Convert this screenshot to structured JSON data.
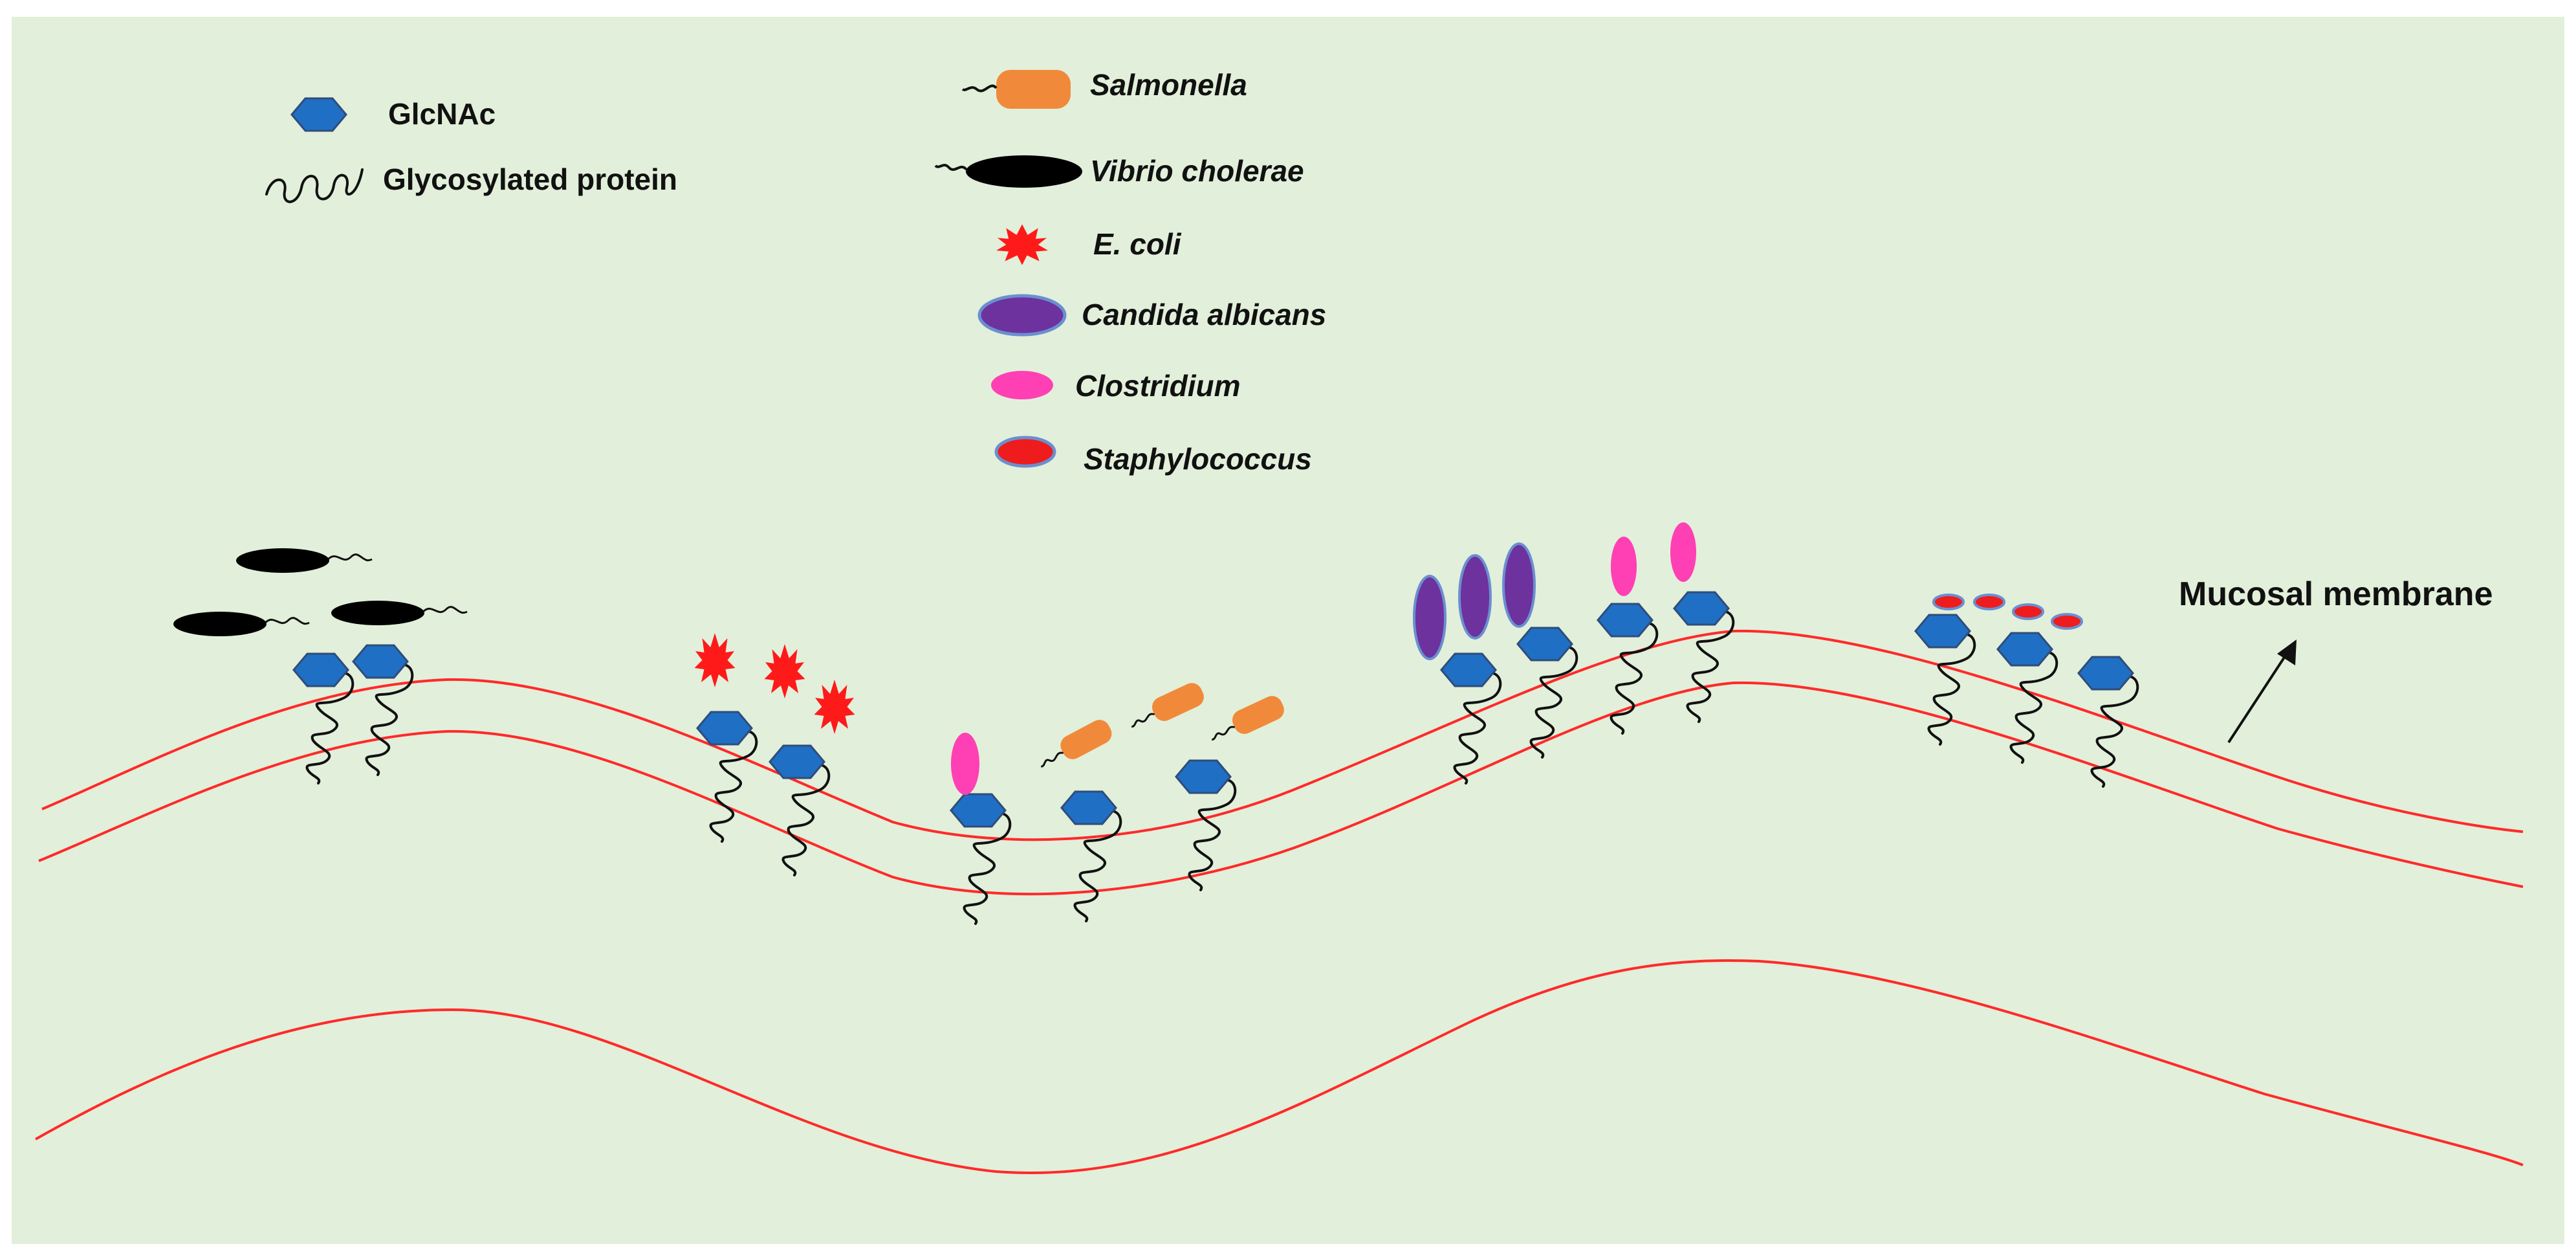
{
  "figure": {
    "background_color": "#e2efda",
    "membrane_color": "#ff2a2a",
    "glcnac_color": "#1f6fc5",
    "protein_color": "#111111"
  },
  "legend": {
    "glcnac": {
      "label": "GlcNAc",
      "icon": "hexagon-icon"
    },
    "glycosylated_protein": {
      "label": "Glycosylated protein",
      "icon": "coil-icon"
    },
    "organisms": [
      {
        "key": "salmonella",
        "label": "Salmonella",
        "icon": "rod-bacterium-icon",
        "color": "#f08a3a"
      },
      {
        "key": "vibrio",
        "label": "Vibrio cholerae",
        "icon": "flagellated-oval-icon",
        "color": "#000000"
      },
      {
        "key": "ecoli",
        "label": "E. coli",
        "icon": "starburst-icon",
        "color": "#ff1a1a"
      },
      {
        "key": "candida",
        "label": "Candida albicans",
        "icon": "oval-icon",
        "color": "#6d329e"
      },
      {
        "key": "clostridium",
        "label": "Clostridium",
        "icon": "oval-icon",
        "color": "#ff3fb4"
      },
      {
        "key": "staphylococcus",
        "label": "Staphylococcus",
        "icon": "oval-icon",
        "color": "#ee1c1c"
      }
    ]
  },
  "membrane_label": "Mucosal membrane"
}
